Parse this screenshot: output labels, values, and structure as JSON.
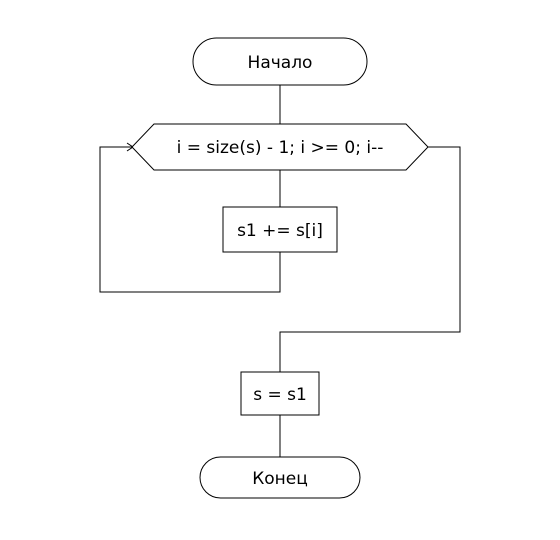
{
  "flowchart": {
    "start": {
      "label": "Начало"
    },
    "loop": {
      "label": "i = size(s) - 1; i >= 0; i--"
    },
    "body": {
      "label": "s1 += s[i]"
    },
    "assign": {
      "label": "s = s1"
    },
    "end": {
      "label": "Конец"
    }
  }
}
